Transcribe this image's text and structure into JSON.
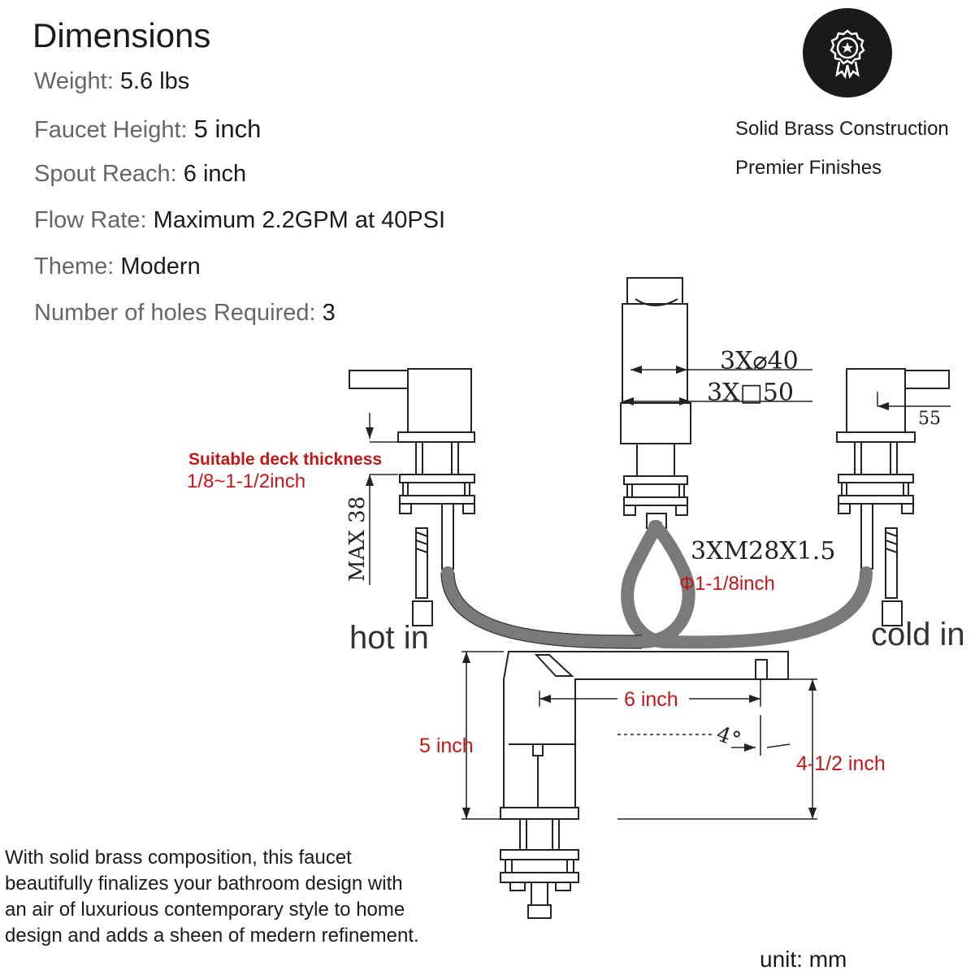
{
  "title": "Dimensions",
  "specs": [
    {
      "label": "Weight:",
      "value": "5.6 lbs"
    },
    {
      "label": "Faucet Height:",
      "value": "5 inch"
    },
    {
      "label": "Spout Reach:",
      "value": "6 inch"
    },
    {
      "label": "Flow Rate:",
      "value": "Maximum 2.2GPM at 40PSI"
    },
    {
      "label": "Theme:",
      "value": "Modern"
    },
    {
      "label": "Number of holes Required:",
      "value": "3"
    }
  ],
  "badge_icon": "award-seal-icon",
  "features": [
    "Solid Brass Construction",
    "Premier Finishes"
  ],
  "diagram": {
    "deck_thickness_title": "Suitable deck thickness",
    "deck_thickness_range": "1/8~1-1/2inch",
    "max_label": "MAX 38",
    "dim_diameter": "3X⌀40",
    "dim_square": "3X□50",
    "dim_55": "55",
    "thread": "3XM28X1.5",
    "hose_diameter": "Φ1-1/8inch",
    "hot_in": "hot in",
    "cold_in": "cold in",
    "reach": "6 inch",
    "height": "5 inch",
    "angle": "4°",
    "spout_height": "4-1/2 inch"
  },
  "description": "With solid brass composition, this faucet beautifully finalizes your bathroom design with an air of luxurious contemporary style to home design and adds a sheen of medern refinement.",
  "unit": "unit: mm",
  "colors": {
    "annotation_red": "#c01818",
    "hose_gray": "#7a7a7a",
    "text": "#1a1a1a",
    "label_gray": "#666666"
  }
}
